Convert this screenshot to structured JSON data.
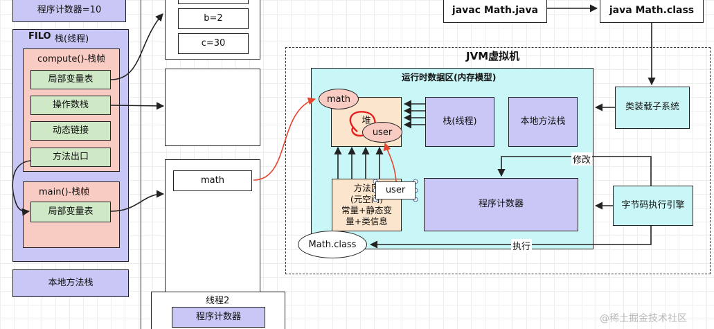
{
  "left": {
    "pc_top": "程序计数器=10",
    "filo": "FILO",
    "stack_title": "栈(线程)",
    "compute_frame": "compute()-栈帧",
    "local_vars": "局部变量表",
    "operand_stack": "操作数栈",
    "dynamic_link": "动态链接",
    "method_exit": "方法出口",
    "main_frame": "main()-栈帧",
    "main_local_vars": "局部变量表",
    "native_stack": "本地方法栈"
  },
  "middle": {
    "b_value": "b=2",
    "c_value": "c=30",
    "math_ref": "math",
    "thread2": "线程2",
    "thread2_pc": "程序计数器"
  },
  "top": {
    "javac": "javac Math.java",
    "java": "java Math.class"
  },
  "jvm": {
    "title": "JVM虚拟机",
    "runtime_area": "运行时数据区(内存模型)",
    "math_oval": "math",
    "heap": "堆",
    "user_oval": "user",
    "stack_thread": "栈(线程)",
    "native_stack": "本地方法栈",
    "method_area_line1": "方法区",
    "method_area_line2": "(元空间)",
    "method_area_line3": "常量+静态变",
    "method_area_line4": "量+类信息",
    "user_tag": "user",
    "program_counter": "程序计数器",
    "class_loader": "类装载子系统",
    "bytecode_engine": "字节码执行引擎",
    "modify": "修改",
    "execute": "执行",
    "math_class": "Math.class"
  },
  "watermark": "@稀土掘金技术社区"
}
